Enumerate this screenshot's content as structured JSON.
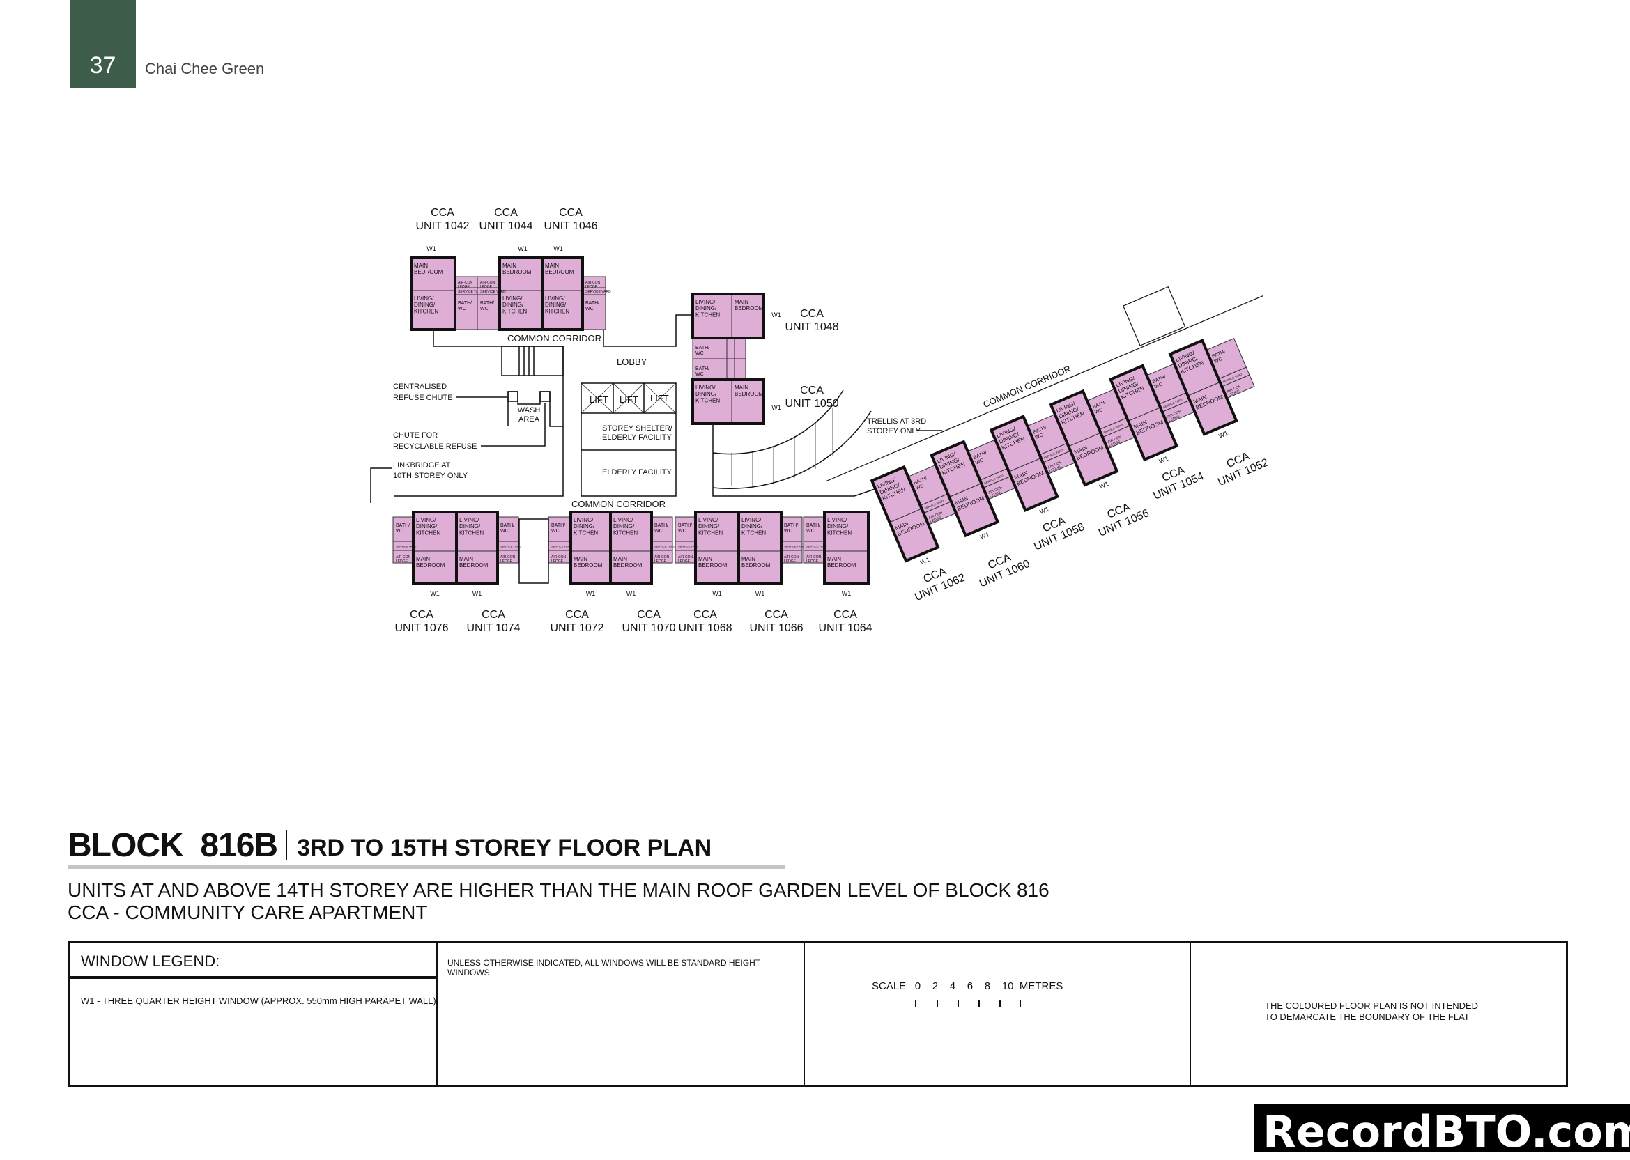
{
  "header": {
    "page_number": "37",
    "project": "Chai Chee Green",
    "brand_color": "#3d5c4a"
  },
  "plan": {
    "unit_type": "CCA",
    "units_top": [
      "UNIT 1042",
      "UNIT 1044",
      "UNIT 1046"
    ],
    "units_right": [
      "UNIT 1048",
      "UNIT 1050"
    ],
    "units_bottom": [
      "UNIT 1076",
      "UNIT 1074",
      "UNIT 1072",
      "UNIT 1070",
      "UNIT 1068",
      "UNIT 1066",
      "UNIT 1064"
    ],
    "units_wing": [
      "UNIT 1062",
      "UNIT 1060",
      "UNIT 1058",
      "UNIT 1056",
      "UNIT 1054",
      "UNIT 1052"
    ],
    "rooms": {
      "main_bedroom": [
        "MAIN",
        "BEDROOM"
      ],
      "ldk": [
        "LIVING/",
        "DINING/",
        "KITCHEN"
      ],
      "bath": [
        "BATH/",
        "WC"
      ],
      "service_yard": [
        "SERVICE YARD"
      ],
      "aircon": [
        "AIR-CON",
        "LEDGE"
      ],
      "window": "W1"
    },
    "room_color": "#deaed6",
    "labels": {
      "common_corridor": "COMMON CORRIDOR",
      "lobby": "LOBBY",
      "lift": "LIFT",
      "storey_shelter": [
        "STOREY SHELTER/",
        "ELDERLY FACILITY"
      ],
      "elderly_facility": "ELDERLY FACILITY",
      "wash_area": [
        "WASH",
        "AREA"
      ],
      "refuse_chute": [
        "CENTRALISED",
        "REFUSE CHUTE"
      ],
      "recyclable": [
        "CHUTE FOR",
        "RECYCLABLE REFUSE"
      ],
      "linkbridge": [
        "LINKBRIDGE AT",
        "10TH STOREY ONLY"
      ],
      "trellis": [
        "TRELLIS AT 3RD",
        "STOREY ONLY"
      ]
    }
  },
  "title": {
    "block": "BLOCK  816B",
    "subtitle": "3RD TO 15TH STOREY FLOOR PLAN",
    "notes": [
      "UNITS AT AND ABOVE 14TH STOREY ARE HIGHER THAN THE MAIN ROOF GARDEN LEVEL OF BLOCK 816",
      "CCA - COMMUNITY CARE APARTMENT"
    ]
  },
  "legend": {
    "heading": "WINDOW LEGEND:",
    "w1": "W1 -  THREE QUARTER HEIGHT WINDOW (APPROX. 550mm HIGH PARAPET WALL)",
    "standard_note": "UNLESS OTHERWISE INDICATED,  ALL WINDOWS WILL BE STANDARD HEIGHT WINDOWS",
    "scale_label": "SCALE",
    "scale_ticks": [
      "0",
      "2",
      "4",
      "6",
      "8",
      "10"
    ],
    "scale_unit": "METRES",
    "disclaimer": [
      "THE COLOURED FLOOR PLAN IS NOT INTENDED",
      "TO DEMARCATE THE BOUNDARY OF THE FLAT"
    ]
  },
  "watermark": "RecordBTO.com"
}
